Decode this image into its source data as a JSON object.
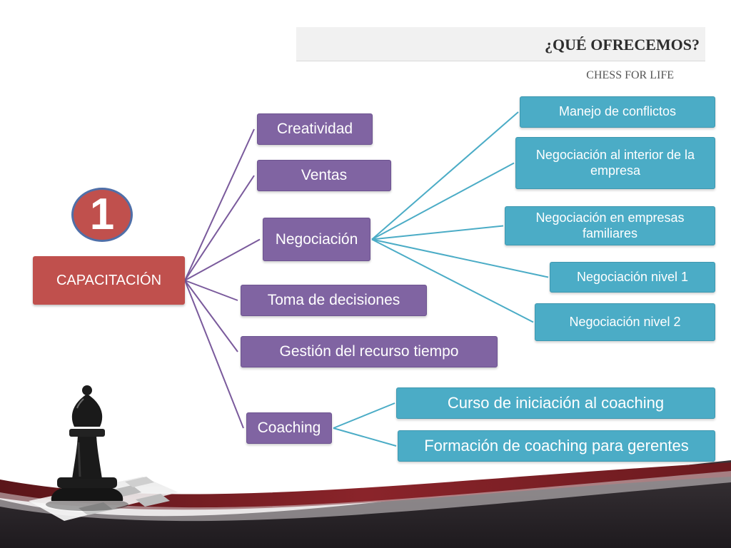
{
  "header": {
    "title": "¿QUÉ OFRECEMOS?",
    "subtitle": "CHESS FOR LIFE"
  },
  "badge": {
    "number": "1"
  },
  "mindmap": {
    "root": {
      "label": "CAPACITACIÓN"
    },
    "branches": [
      {
        "label": "Creatividad",
        "children": []
      },
      {
        "label": "Ventas",
        "children": []
      },
      {
        "label": "Negociación",
        "children": [
          {
            "label": "Manejo de conflictos"
          },
          {
            "label": "Negociación al interior de la empresa"
          },
          {
            "label": "Negociación en empresas familiares"
          },
          {
            "label": "Negociación nivel 1"
          },
          {
            "label": "Negociación nivel  2"
          }
        ]
      },
      {
        "label": "Toma de decisiones",
        "children": []
      },
      {
        "label": "Gestión del recurso tiempo",
        "children": []
      },
      {
        "label": "Coaching",
        "children": [
          {
            "label": "Curso de iniciación al coaching"
          },
          {
            "label": "Formación de coaching para gerentes"
          }
        ]
      }
    ]
  },
  "colors": {
    "root": "#c0504d",
    "branch": "#8064a2",
    "leaf": "#4bacc6",
    "branch_line": "#7a5a9c",
    "leaf_line": "#4bacc6",
    "badge_border": "#4f6fa8",
    "footer_wave": "#7a1f24"
  },
  "icons": {
    "chess_piece": "bishop-icon",
    "board": "chessboard-icon"
  }
}
